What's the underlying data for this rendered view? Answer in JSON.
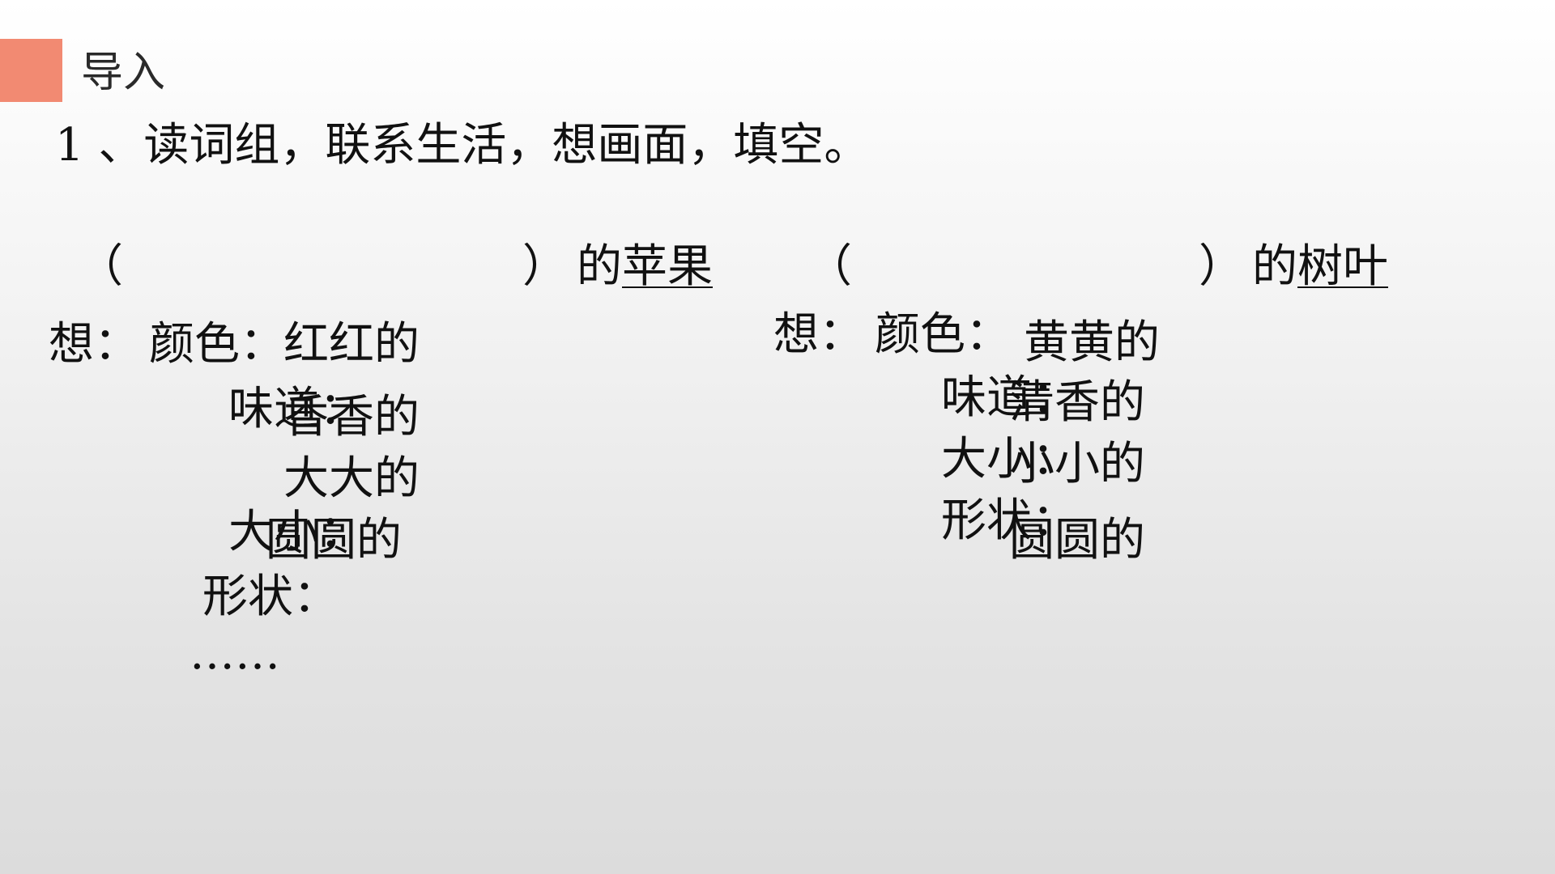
{
  "colors": {
    "accent": "#f28a72",
    "text": "#111111"
  },
  "header": {
    "title": "导入"
  },
  "instruction": "1 、读词组，联系生活，想画面，填空。",
  "left": {
    "open_paren": "（",
    "close_paren": "）",
    "particle": "的",
    "noun": "苹果",
    "think_label": "想：",
    "color_label": "颜色：",
    "color_value": "红红的",
    "taste_label": "味道：",
    "taste_value": "香香的",
    "size_value": "大大的",
    "size_label": "大小：",
    "shape_value": "圆圆的",
    "shape_label": "形状：",
    "ellipsis": "……"
  },
  "right": {
    "open_paren": "（",
    "close_paren": "）",
    "particle": "的",
    "noun": "树叶",
    "think_label": "想：",
    "color_label": "颜色：",
    "color_value": "黄黄的",
    "taste_label": "味道：",
    "taste_value": "清香的",
    "size_label": "大小：",
    "size_value": "小小的",
    "shape_label": "形状：",
    "shape_value": "圆圆的"
  }
}
